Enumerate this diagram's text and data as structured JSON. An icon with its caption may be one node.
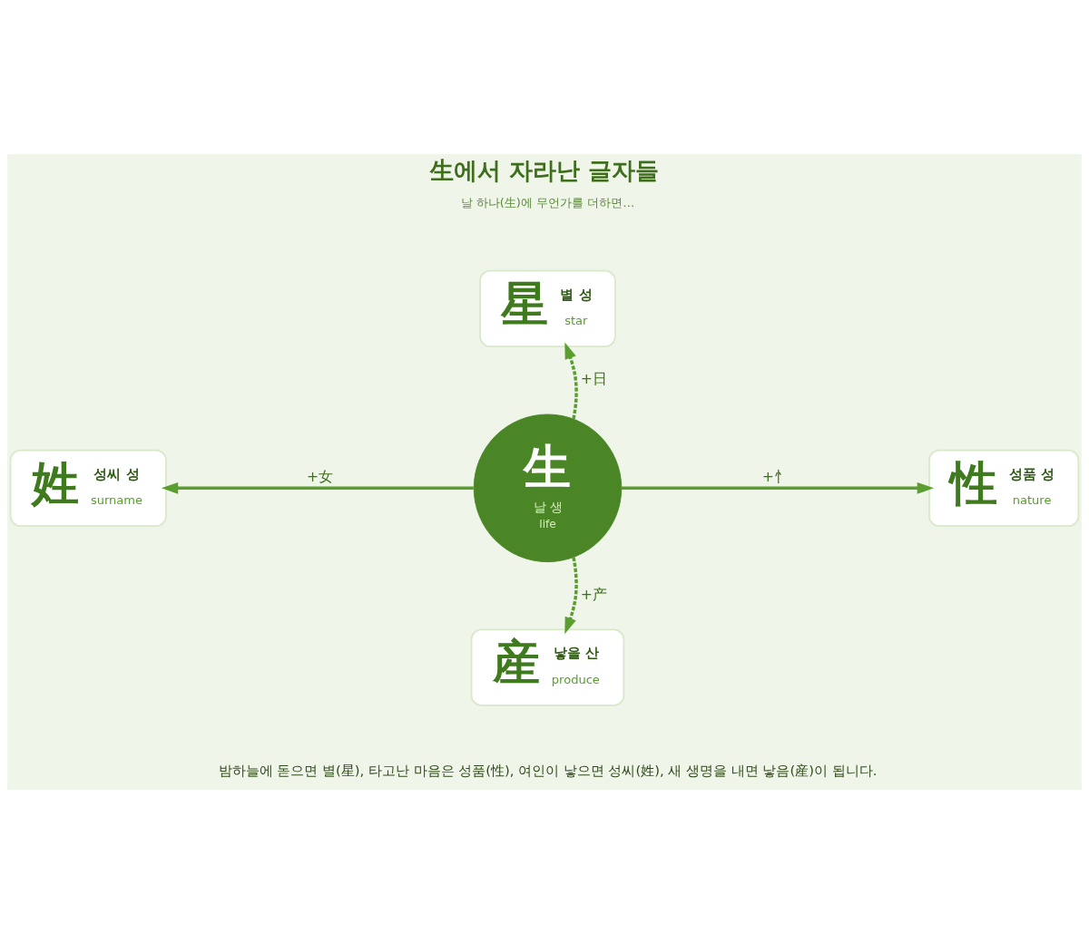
{
  "diagram": {
    "title": "生에서 자라난 글자들",
    "caption": "밤하늘에 돋으면 별(星), 타고난 마음은 성품(性), 여인이 낳으면 성씨(姓), 새 생명을 내면 낳음(産)이 됩니다.",
    "nodes": [
      {
        "text": [
          "星",
          "별 성",
          "star"
        ]
      },
      {
        "text": [
          "姓",
          "성씨 성",
          "surname"
        ]
      },
      {
        "text": [
          "生",
          "날 생",
          "life"
        ]
      },
      {
        "text": [
          "性",
          "성품 성",
          "nature"
        ]
      },
      {
        "text": [
          "産",
          "낳을 산",
          "produce"
        ]
      }
    ],
    "edges": [
      {
        "from": 2,
        "to": 0,
        "arrow": "to",
        "label": "+日",
        "style": "dashed"
      },
      {
        "from": 2,
        "to": 1,
        "arrow": "to",
        "label": "+女"
      },
      {
        "from": 2,
        "to": 3,
        "arrow": "to",
        "label": "+忄"
      },
      {
        "from": 2,
        "to": 4,
        "arrow": "to",
        "label": "+产",
        "style": "dashed"
      }
    ],
    "labels": [
      "날 하나(生)에 무언가를 더하면…"
    ]
  }
}
